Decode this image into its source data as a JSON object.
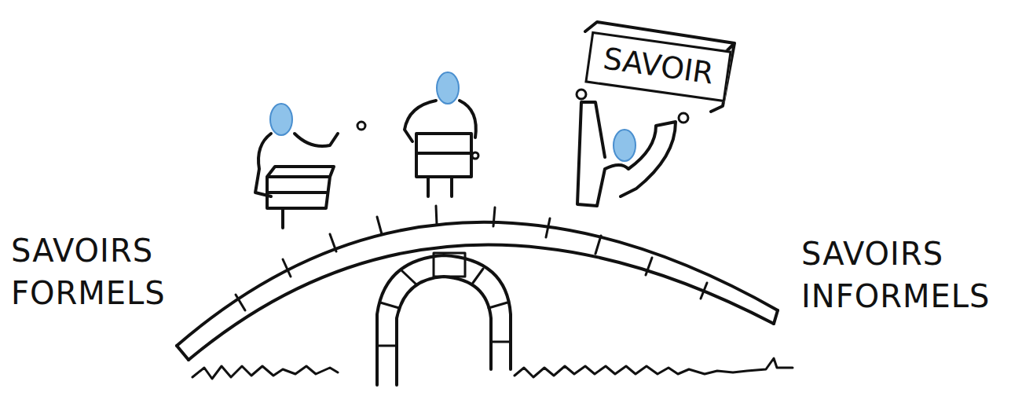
{
  "diagram": {
    "nodes": [
      {
        "text": [
          "SAVOIR"
        ]
      }
    ],
    "labels": [
      "SAVOIRS FORMELS",
      "SAVOIRS INFORMELS"
    ]
  }
}
